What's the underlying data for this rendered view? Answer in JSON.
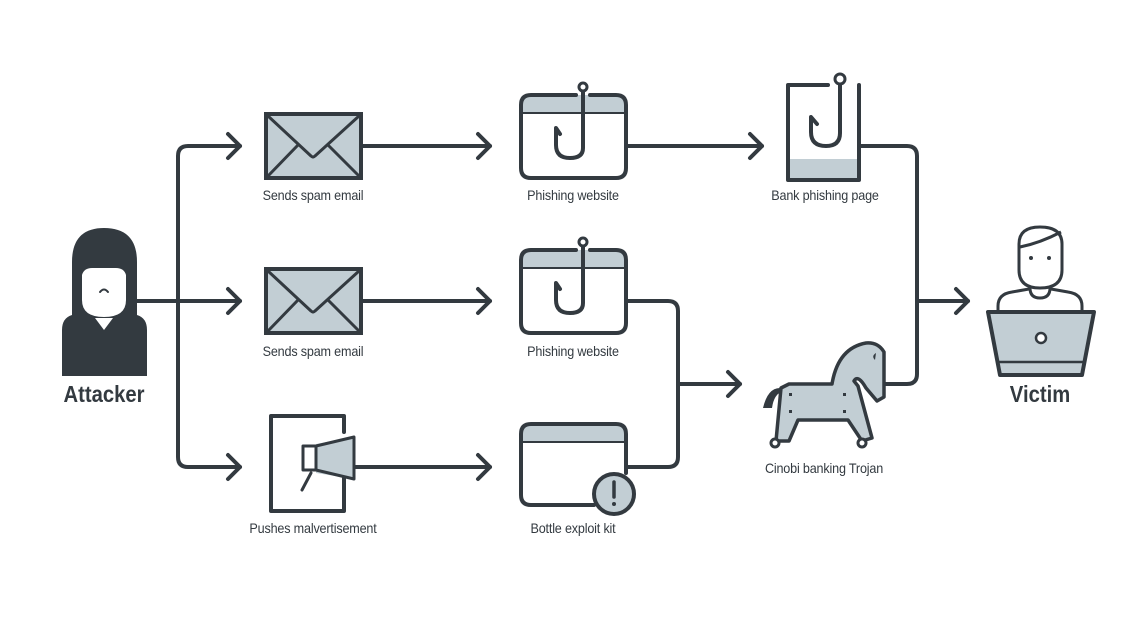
{
  "colors": {
    "stroke": "#333a40",
    "fill_light": "#c2ced4",
    "background": "#ffffff"
  },
  "actors": {
    "attacker": {
      "label": "Attacker",
      "icon": "hooded-attacker-icon"
    },
    "victim": {
      "label": "Victim",
      "icon": "user-laptop-icon"
    }
  },
  "nodes": {
    "spam_email_1": {
      "label": "Sends spam email",
      "icon": "envelope-icon"
    },
    "spam_email_2": {
      "label": "Sends spam email",
      "icon": "envelope-icon"
    },
    "malvertisement": {
      "label": "Pushes malvertisement",
      "icon": "megaphone-icon"
    },
    "phishing_site_1": {
      "label": "Phishing website",
      "icon": "browser-hook-icon"
    },
    "phishing_site_2": {
      "label": "Phishing website",
      "icon": "browser-hook-icon"
    },
    "exploit_kit": {
      "label": "Bottle exploit kit",
      "icon": "browser-warning-icon"
    },
    "bank_phishing": {
      "label": "Bank phishing page",
      "icon": "page-hook-icon"
    },
    "trojan": {
      "label": "Cinobi banking Trojan",
      "icon": "trojan-horse-icon"
    }
  },
  "edges": [
    [
      "attacker",
      "spam_email_1"
    ],
    [
      "attacker",
      "spam_email_2"
    ],
    [
      "attacker",
      "malvertisement"
    ],
    [
      "spam_email_1",
      "phishing_site_1"
    ],
    [
      "spam_email_2",
      "phishing_site_2"
    ],
    [
      "malvertisement",
      "exploit_kit"
    ],
    [
      "phishing_site_1",
      "bank_phishing"
    ],
    [
      "phishing_site_2",
      "trojan"
    ],
    [
      "exploit_kit",
      "trojan"
    ],
    [
      "bank_phishing",
      "victim"
    ],
    [
      "trojan",
      "victim"
    ]
  ]
}
